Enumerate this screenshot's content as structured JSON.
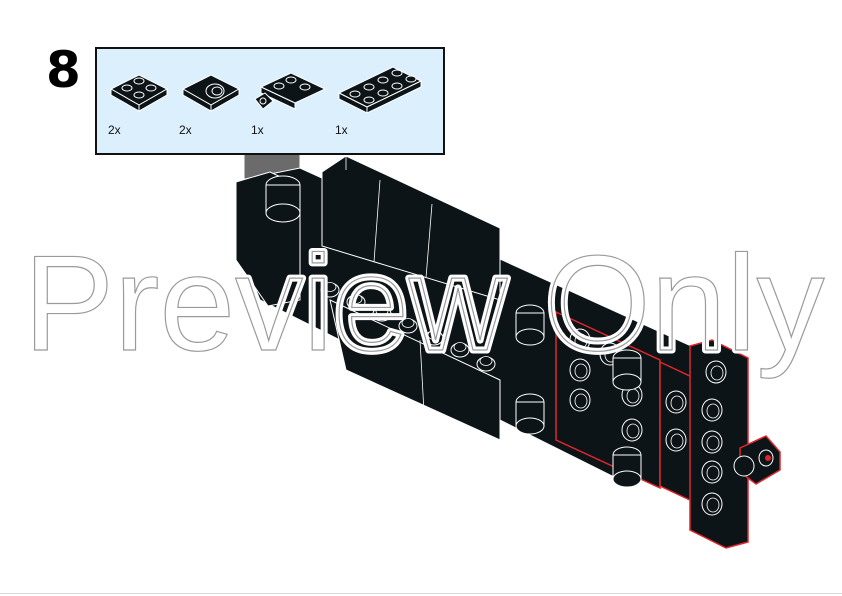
{
  "step": {
    "number": "8"
  },
  "parts": [
    {
      "name": "plate-2x2-icon",
      "qty": "2x"
    },
    {
      "name": "plate-2x2-with-pin-hole-icon",
      "qty": "2x"
    },
    {
      "name": "plate-with-clip-icon",
      "qty": "1x"
    },
    {
      "name": "plate-2x4-icon",
      "qty": "1x"
    }
  ],
  "watermark": {
    "text": "Preview Only"
  },
  "colors": {
    "brick": "#0d1418",
    "outline": "#ffffff",
    "highlight": "#e0262b",
    "parts_bg": "#dbeffd",
    "grey_part": "#6b6b6b"
  }
}
